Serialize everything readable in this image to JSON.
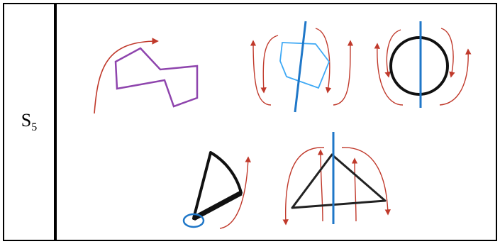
{
  "row_label": {
    "main": "S",
    "subscript": "5"
  },
  "colors": {
    "arrow": "#c0392b",
    "axis": "#1f77c8",
    "polygon_purple": "#8e44ad",
    "polygon_lightblue": "#3fa9f5",
    "shape_black": "#111111"
  },
  "figures": [
    {
      "name": "purple-polygon-rotation",
      "icon": "irregular-polygon"
    },
    {
      "name": "blue-polygon-axis-rotation",
      "icon": "polygon-with-axis"
    },
    {
      "name": "circle-axis-rotation",
      "icon": "circle-with-axis"
    },
    {
      "name": "sector-point-rotation",
      "icon": "circular-sector"
    },
    {
      "name": "triangle-axis-rotation",
      "icon": "triangle-with-axis"
    }
  ]
}
